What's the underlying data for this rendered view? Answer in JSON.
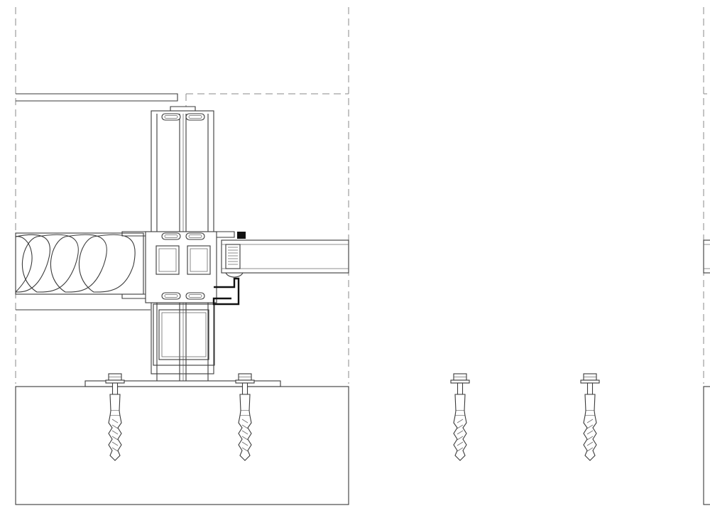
{
  "drawing": {
    "kind": "technical-section-detail",
    "panels": [
      "left-frame-section",
      "right-frame-section"
    ],
    "mirrored": true,
    "components": {
      "insulation": "insulation-panel",
      "glazing": "glass-unit",
      "fasteners": "anchor-screw",
      "substrate": "hatched-concrete-base",
      "frame": "aluminium-profile"
    },
    "colors": {
      "line": "#3a3a3a",
      "heavy_line": "#111111",
      "hatch": "#6a6a6a",
      "background": "#ffffff"
    },
    "fasteners_per_panel": 2,
    "insulation_lobes": 4
  }
}
